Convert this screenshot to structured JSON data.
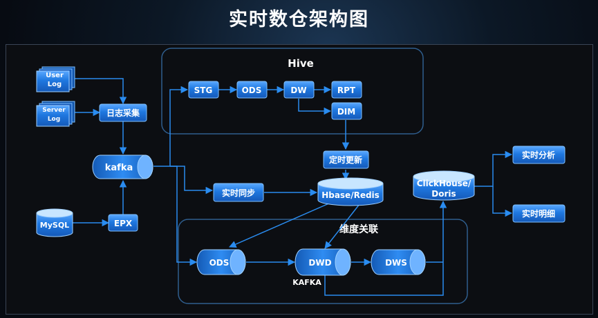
{
  "title": "实时数仓架构图",
  "groups": {
    "hive": "Hive",
    "dim_join": "维度关联",
    "kafka": "KAFKA"
  },
  "sources": {
    "user_log": [
      "User",
      "Log"
    ],
    "server_log": [
      "Server",
      "Log"
    ],
    "mysql": "MySQL"
  },
  "nodes": {
    "collect": "日志采集",
    "kafka": "kafka",
    "epx": "EPX",
    "stg": "STG",
    "ods_hive": "ODS",
    "dw": "DW",
    "rpt": "RPT",
    "dim": "DIM",
    "timed_update": "定时更新",
    "realtime_sync": "实时同步",
    "hbase": "Hbase/Redis",
    "clickhouse": [
      "ClickHouse/",
      "Doris"
    ],
    "realtime_analysis": "实时分析",
    "realtime_detail": "实时明细",
    "ods_stream": "ODS",
    "dwd": "DWD",
    "dws": "DWS"
  },
  "colors": {
    "node_fill": "#1f78e0",
    "node_highlight": "#6fb3ff",
    "cyl_top": "#c8e6ff",
    "line": "#2a8cf0",
    "group_border": "#2f5e8e",
    "text": "#ffffff"
  }
}
